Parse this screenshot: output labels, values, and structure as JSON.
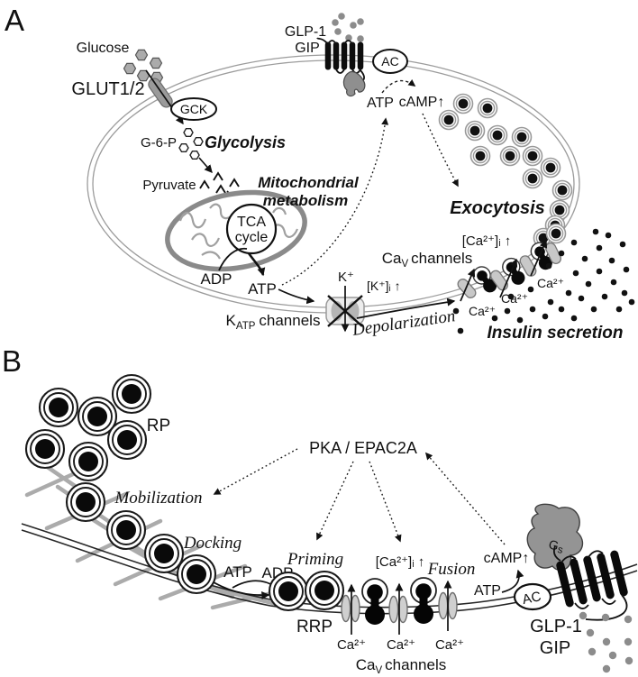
{
  "panel_a": {
    "label": "A",
    "glucose": "Glucose",
    "glut": "GLUT1/2",
    "gck": "GCK",
    "g6p": "G-6-P",
    "glycolysis": "Glycolysis",
    "pyruvate": "Pyruvate",
    "mitochondrial_1": "Mitochondrial",
    "mitochondrial_2": "metabolism",
    "tca_1": "TCA",
    "tca_2": "cycle",
    "adp": "ADP",
    "atp": "ATP",
    "glp1": "GLP-1",
    "gip": "GIP",
    "ac": "AC",
    "camp": "cAMP↑",
    "exocytosis": "Exocytosis",
    "k": "K⁺",
    "ki": "[K⁺]ᵢ ↑",
    "katp_k": "K",
    "katp_sub": "ATP",
    "katp_channels": "channels",
    "depolarization": "Depolarization",
    "cav_ca": "Ca",
    "cav_sub": "V",
    "cav_channels": "channels",
    "cai": "[Ca²⁺]ᵢ ↑",
    "ca": "Ca²⁺",
    "insulin_secretion": "Insulin secretion"
  },
  "panel_b": {
    "label": "B",
    "rp": "RP",
    "mobilization": "Mobilization",
    "pka_epac": "PKA / EPAC2A",
    "docking": "Docking",
    "atp": "ATP",
    "adp": "ADP",
    "priming": "Priming",
    "rrp": "RRP",
    "cai": "[Ca²⁺]ᵢ ↑",
    "fusion": "Fusion",
    "camp": "cAMP↑",
    "atp2": "ATP",
    "ac": "AC",
    "gs_g": "G",
    "gs_sub": "s",
    "glp1": "GLP-1",
    "gip": "GIP",
    "ca": "Ca²⁺",
    "cav_ca": "Ca",
    "cav_sub": "V",
    "cav_channels": "channels"
  },
  "colors": {
    "ink": "#111111",
    "membrane_gray": "#9c9c9c",
    "vesicle_ring_gray": "#999999",
    "channel_gray": "#c8c8c8",
    "ligand_dot_gray": "#8c8c8c",
    "g_protein_gray": "#8f8f8f",
    "background": "#ffffff"
  }
}
